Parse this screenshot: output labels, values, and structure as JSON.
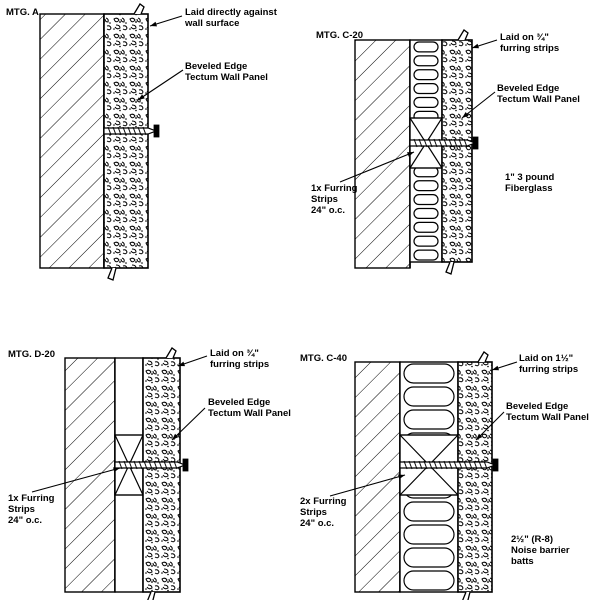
{
  "panels": [
    {
      "title": "MTG. A",
      "labels": [
        "Laid directly against\nwall surface",
        "Beveled Edge\nTectum Wall Panel"
      ]
    },
    {
      "title": "MTG. C-20",
      "labels": [
        "Laid on ¾\"\nfurring strips",
        "Beveled Edge\nTectum Wall Panel",
        "1\" 3 pound\nFiberglass",
        "1x Furring\nStrips\n24\" o.c."
      ]
    },
    {
      "title": "MTG. D-20",
      "labels": [
        "Laid on ¾\"\nfurring strips",
        "Beveled Edge\nTectum Wall Panel",
        "1x Furring\nStrips\n24\" o.c."
      ]
    },
    {
      "title": "MTG. C-40",
      "labels": [
        "Laid on 1½\"\nfurring strips",
        "Beveled Edge\nTectum Wall Panel",
        "2x Furring\nStrips\n24\" o.c.",
        "2½\" (R-8)\nNoise barrier\nbatts"
      ]
    }
  ]
}
